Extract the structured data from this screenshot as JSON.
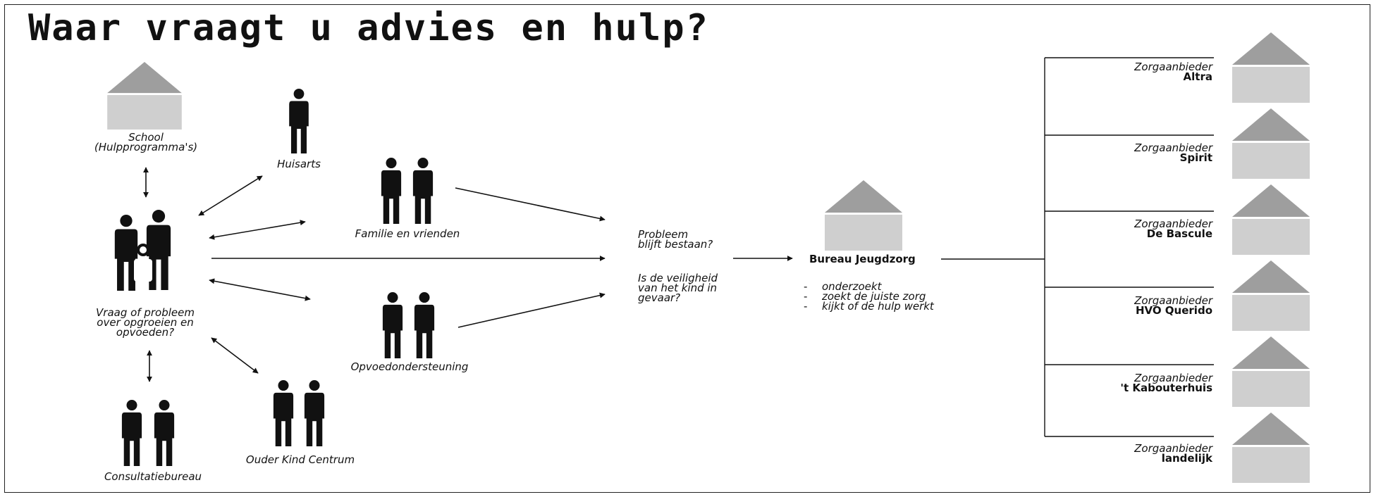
{
  "title": "Waar vraagt u advies en hulp?",
  "nodes": {
    "school": [
      "School",
      "(Hulpprogramma's)"
    ],
    "huisarts": "Huisarts",
    "familie": "Familie en vrienden",
    "vraag": [
      "Vraag of probleem",
      "over opgroeien en",
      "opvoeden?"
    ],
    "opvoed": "Opvoedondersteuning",
    "okc": "Ouder Kind Centrum",
    "consult": "Consultatiebureau"
  },
  "questions": {
    "q1": [
      "Probleem",
      "blijft bestaan?"
    ],
    "q2": [
      "Is de veiligheid",
      "van het kind in",
      "gevaar?"
    ]
  },
  "bureau": {
    "name": "Bureau Jeugdzorg",
    "tasks": [
      "onderzoekt",
      "zoekt de juiste zorg",
      "kijkt of de hulp werkt"
    ]
  },
  "providers": {
    "label": "Zorgaanbieder",
    "names": [
      "Altra",
      "Spirit",
      "De Bascule",
      "HVO Querido",
      "'t Kabouterhuis",
      "landelijk"
    ]
  },
  "colors": {
    "roof": "#9e9e9e",
    "wall": "#cfcfcf",
    "ink": "#111111"
  }
}
